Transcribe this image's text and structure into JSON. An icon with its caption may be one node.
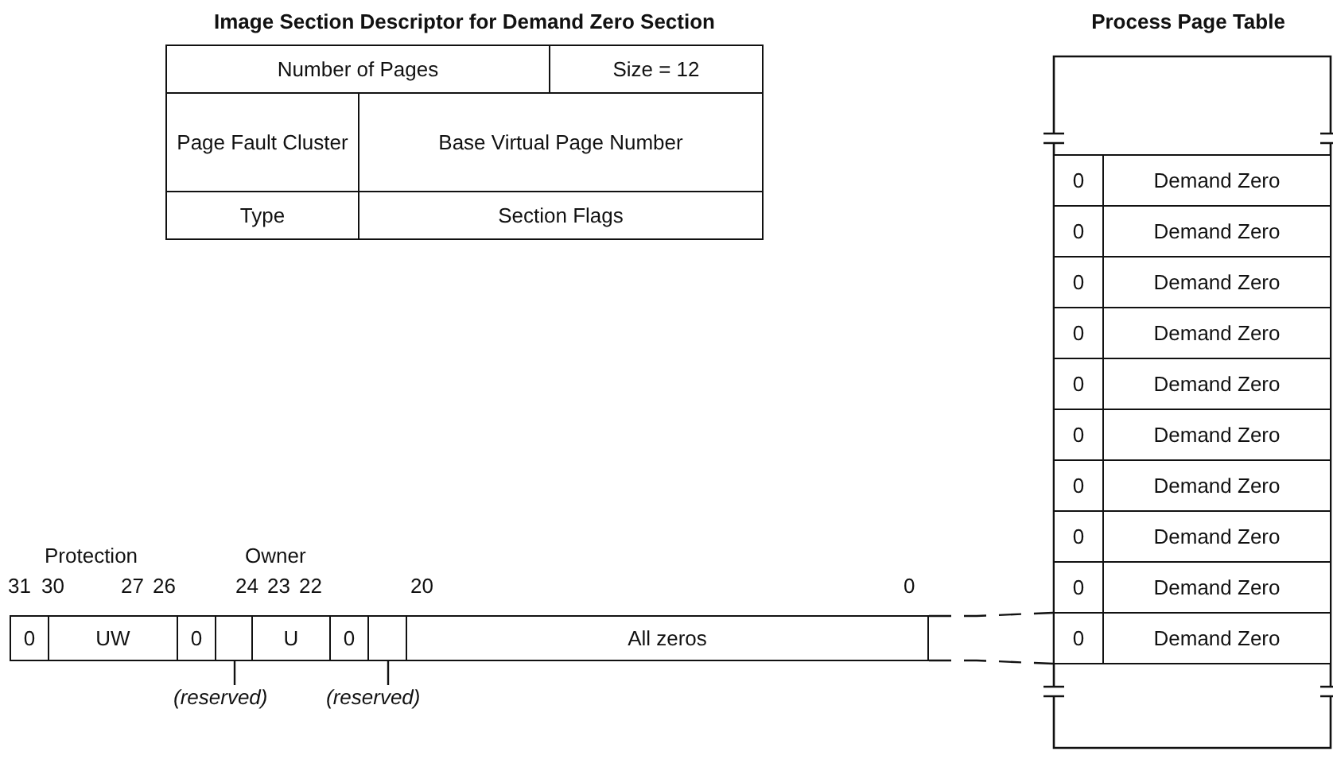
{
  "diagram": {
    "nodes": [
      {
        "text": [
          "Process Page Table"
        ]
      },
      {
        "text": [
          "0",
          "Demand Zero"
        ],
        "in": 0
      },
      {
        "text": [
          "0",
          "Demand Zero"
        ],
        "in": 0
      },
      {
        "text": [
          "0",
          "Demand Zero"
        ],
        "in": 0
      },
      {
        "text": [
          "0",
          "Demand Zero"
        ],
        "in": 0
      },
      {
        "text": [
          "0",
          "Demand Zero"
        ],
        "in": 0
      },
      {
        "text": [
          "0",
          "Demand Zero"
        ],
        "in": 0
      },
      {
        "text": [
          "0",
          "Demand Zero"
        ],
        "in": 0
      },
      {
        "text": [
          "0",
          "Demand Zero"
        ],
        "in": 0
      },
      {
        "text": [
          "0",
          "Demand Zero"
        ],
        "in": 0
      },
      {
        "text": [
          "0",
          "Demand Zero"
        ],
        "in": 0
      },
      {
        "text": [],
        "shape": "bar"
      },
      {
        "text": [
          "0"
        ],
        "in": 11
      },
      {
        "text": [
          "UW"
        ],
        "in": 11
      },
      {
        "text": [
          "0"
        ],
        "in": 11
      },
      {
        "text": [],
        "shape": "box",
        "in": 11
      },
      {
        "text": [
          "U"
        ],
        "in": 11
      },
      {
        "text": [
          "0"
        ],
        "in": 11
      },
      {
        "text": [],
        "shape": "box",
        "in": 11
      },
      {
        "text": [
          "All zeros"
        ],
        "in": 11
      },
      {
        "text": [
          "(reserved)"
        ]
      },
      {
        "text": [
          "(reserved)"
        ]
      }
    ],
    "edges": [
      {
        "from": 20,
        "to": 15,
        "arrow": "none"
      },
      {
        "from": 21,
        "to": 18,
        "arrow": "none"
      },
      {
        "from": 11,
        "to": 10,
        "arrow": "none",
        "style": "dashed"
      },
      {
        "from": 11,
        "to": 10,
        "arrow": "none",
        "style": "dashed"
      }
    ],
    "labels": [
      "Image Section Descriptor for Demand Zero Section",
      "Number of Pages",
      "Size = 12",
      "Page Fault Cluster",
      "Base Virtual Page Number",
      "Type",
      "Section Flags",
      "Protection",
      "Owner",
      "31",
      "30",
      "27",
      "26",
      "24",
      "23",
      "22",
      "20",
      "0"
    ]
  }
}
